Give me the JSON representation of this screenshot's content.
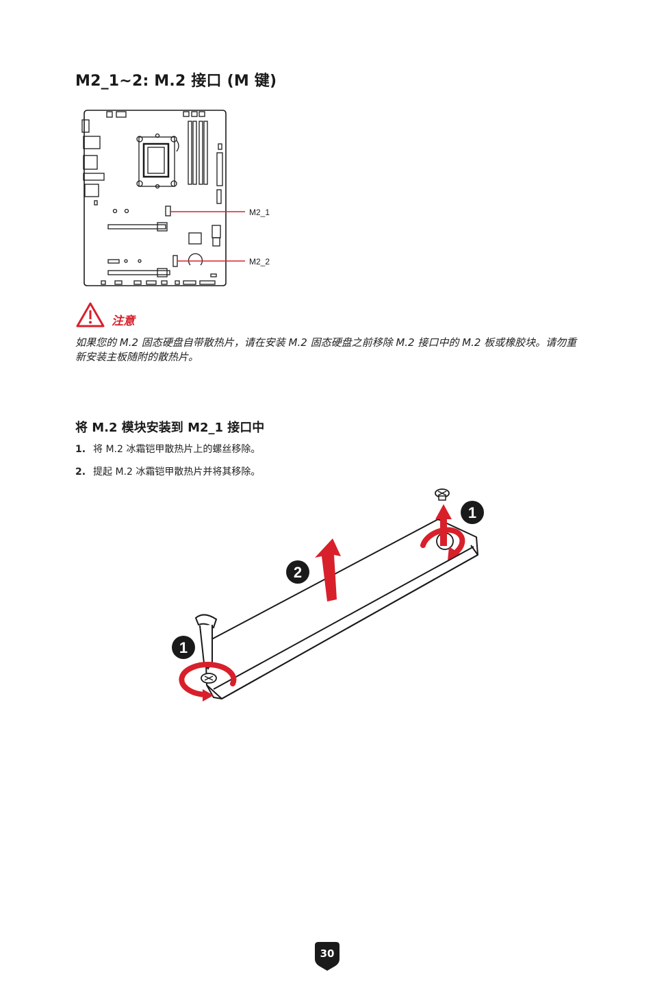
{
  "title": "M2_1~2: M.2 接口 (M 键)",
  "board_labels": {
    "m2_1": "M2_1",
    "m2_2": "M2_2"
  },
  "caution": {
    "heading": "注意",
    "text": "如果您的 M.2 固态硬盘自带散热片，请在安装 M.2 固态硬盘之前移除 M.2 接口中的 M.2 板或橡胶块。请勿重新安装主板随附的散热片。"
  },
  "section": {
    "title": "将 M.2 模块安装到 M2_1 接口中",
    "steps": [
      {
        "num": "1.",
        "text": "将 M.2 冰霜铠甲散热片上的螺丝移除。"
      },
      {
        "num": "2.",
        "text": "提起 M.2 冰霜铠甲散热片并将其移除。"
      }
    ]
  },
  "illustration_markers": {
    "screw_top": "1",
    "lift": "2",
    "screw_bottom": "1"
  },
  "page_number": "30",
  "colors": {
    "accent": "#d8202b",
    "badge": "#1a1a1a"
  },
  "icons": [
    "warning-triangle-icon"
  ]
}
